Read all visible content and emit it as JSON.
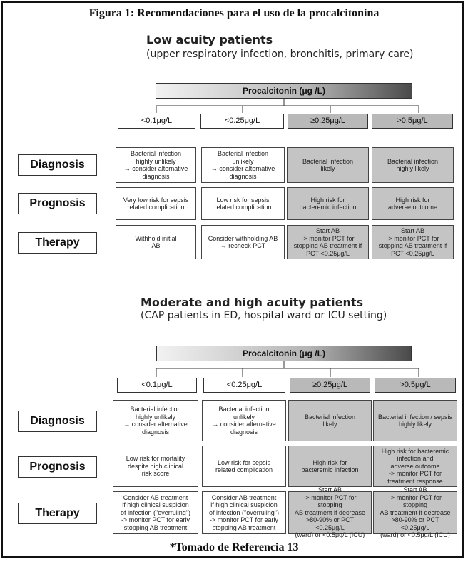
{
  "figure_title": "Figura 1: Recomendaciones para el uso de la procalcitonina",
  "reference": "*Tomado de Referencia 13",
  "low": {
    "heading": "Low acuity patients",
    "subheading": "(upper respiratory infection, bronchitis, primary care)",
    "pct_label": "Procalcitonin (μg /L)",
    "categories": [
      "<0.1μg/L",
      "<0.25μg/L",
      "≥0.25μg/L",
      ">0.5μg/L"
    ],
    "rows": [
      {
        "label": "Diagnosis",
        "cells": [
          "Bacterial infection\nhighly unlikely\n→ consider alternative\ndiagnosis",
          "Bacterial infection\nunlikely\n→ consider alternative\ndiagnosis",
          "Bacterial infection\nlikely",
          "Bacterial infection\nhighly likely"
        ]
      },
      {
        "label": "Prognosis",
        "cells": [
          "Very low risk for sepsis\nrelated complication",
          "Low risk for sepsis\nrelated complication",
          "High risk for\nbacteremic infection",
          "High risk for\nadverse outcome"
        ]
      },
      {
        "label": "Therapy",
        "cells": [
          "Withhold initial\nAB",
          "Consider withholding AB\n→ recheck PCT",
          "Start AB\n-> monitor PCT for\nstopping AB treatment if\nPCT <0.25μg/L",
          "Start AB\n-> monitor PCT for\nstopping AB treatment if\nPCT <0.25μg/L"
        ]
      }
    ]
  },
  "high": {
    "heading": "Moderate and high acuity patients",
    "subheading": "(CAP patients in ED, hospital ward or ICU setting)",
    "pct_label": "Procalcitonin (μg /L)",
    "categories": [
      "<0.1μg/L",
      "<0.25μg/L",
      "≥0.25μg/L",
      ">0.5μg/L"
    ],
    "rows": [
      {
        "label": "Diagnosis",
        "cells": [
          "Bacterial infection\nhighly unlikely\n→ consider alternative\ndiagnosis",
          "Bacterial infection\nunlikely\n→ consider alternative\ndiagnosis",
          "Bacterial infection\nlikely",
          "Bacterial infection / sepsis\nhighly likely"
        ]
      },
      {
        "label": "Prognosis",
        "cells": [
          "Low risk for mortality\ndespite high clinical\nrisk score",
          "Low risk for sepsis\nrelated complication",
          "High risk for\nbacteremic infection",
          "High risk for bacteremic\ninfection and\nadverse outcome\n-> monitor PCT for\ntreatment response"
        ]
      },
      {
        "label": "Therapy",
        "cells": [
          "Consider AB treatment\nif high clinical suspicion\nof infection (\"overruling\")\n-> monitor PCT for early\nstopping AB treatment",
          "Consider AB treatment\nif high clinical suspicion\nof infection (\"overruling\")\n-> monitor PCT for early\nstopping AB treatment",
          "Start AB\n-> monitor PCT for stopping\nAB treatment if decrease\n>80-90% or PCT <0.25μg/L\n(ward) or <0.5μg/L (ICU)",
          "Start AB\n-> monitor PCT for stopping\nAB treatment if decrease\n>80-90% or PCT <0.25μg/L\n(ward) or <0.5μg/L (ICU)"
        ]
      }
    ]
  }
}
